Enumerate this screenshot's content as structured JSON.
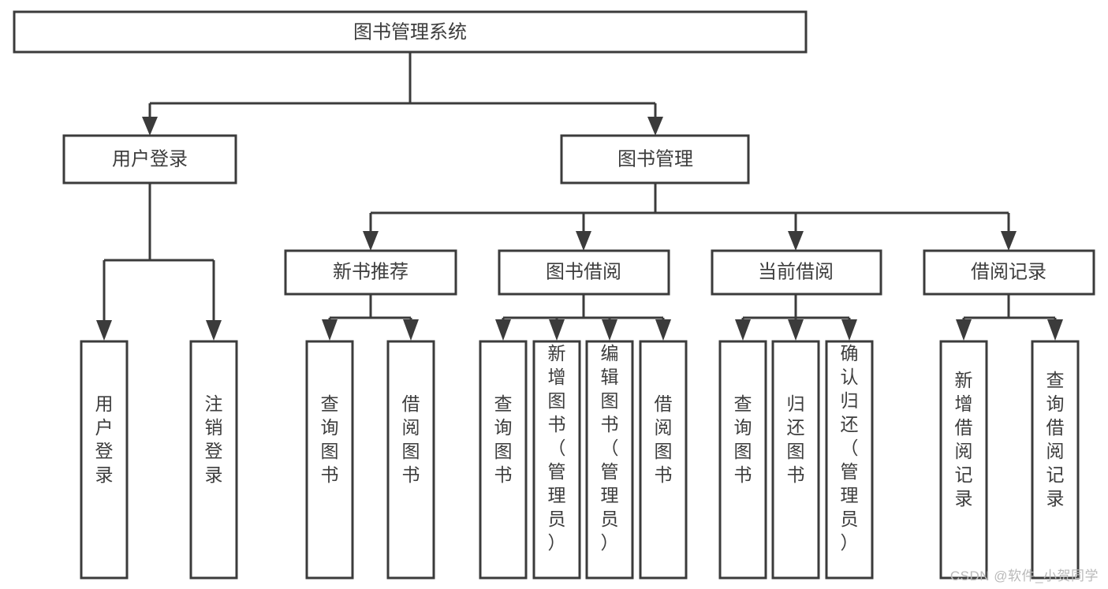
{
  "diagram": {
    "type": "hierarchy-tree",
    "root_label": "图书管理系统",
    "watermark": "CSDN @软件_小贺同学",
    "colors": {
      "background": "#ffffff",
      "stroke": "#3b3b3b",
      "node_fill": "#ffffff",
      "text": "#3d3d3d",
      "watermark": "#b9b9b9"
    },
    "nodes": {
      "root": {
        "label": "图书管理系统",
        "level": 0,
        "orientation": "horizontal"
      },
      "l1_user_login": {
        "label": "用户登录",
        "level": 1,
        "orientation": "horizontal"
      },
      "l1_book_mgmt": {
        "label": "图书管理",
        "level": 1,
        "orientation": "horizontal"
      },
      "l2_new_book_rec": {
        "label": "新书推荐",
        "level": 2,
        "orientation": "horizontal"
      },
      "l2_book_borrow": {
        "label": "图书借阅",
        "level": 2,
        "orientation": "horizontal"
      },
      "l2_current_borrow": {
        "label": "当前借阅",
        "level": 2,
        "orientation": "horizontal"
      },
      "l2_borrow_record": {
        "label": "借阅记录",
        "level": 2,
        "orientation": "horizontal"
      },
      "leaf_user_login": {
        "label": "用户登录",
        "level": 3,
        "orientation": "vertical"
      },
      "leaf_logout_login": {
        "label": "注销登录",
        "level": 3,
        "orientation": "vertical"
      },
      "leaf_query_book_a": {
        "label": "查询图书",
        "level": 3,
        "orientation": "vertical"
      },
      "leaf_borrow_book_a": {
        "label": "借阅图书",
        "level": 3,
        "orientation": "vertical"
      },
      "leaf_query_book_b": {
        "label": "查询图书",
        "level": 3,
        "orientation": "vertical"
      },
      "leaf_add_book": {
        "label": "新增图书（管理员）",
        "level": 3,
        "orientation": "vertical"
      },
      "leaf_edit_book": {
        "label": "编辑图书（管理员）",
        "level": 3,
        "orientation": "vertical"
      },
      "leaf_borrow_book_b": {
        "label": "借阅图书",
        "level": 3,
        "orientation": "vertical"
      },
      "leaf_query_book_c": {
        "label": "查询图书",
        "level": 3,
        "orientation": "vertical"
      },
      "leaf_return_book": {
        "label": "归还图书",
        "level": 3,
        "orientation": "vertical"
      },
      "leaf_confirm_return": {
        "label": "确认归还（管理员）",
        "level": 3,
        "orientation": "vertical"
      },
      "leaf_add_record": {
        "label": "新增借阅记录",
        "level": 3,
        "orientation": "vertical"
      },
      "leaf_query_record": {
        "label": "查询借阅记录",
        "level": 3,
        "orientation": "vertical"
      }
    },
    "edges": [
      {
        "from": "root",
        "to": "l1_user_login"
      },
      {
        "from": "root",
        "to": "l1_book_mgmt"
      },
      {
        "from": "l1_user_login",
        "to": "leaf_user_login"
      },
      {
        "from": "l1_user_login",
        "to": "leaf_logout_login"
      },
      {
        "from": "l1_book_mgmt",
        "to": "l2_new_book_rec"
      },
      {
        "from": "l1_book_mgmt",
        "to": "l2_book_borrow"
      },
      {
        "from": "l1_book_mgmt",
        "to": "l2_current_borrow"
      },
      {
        "from": "l1_book_mgmt",
        "to": "l2_borrow_record"
      },
      {
        "from": "l2_new_book_rec",
        "to": "leaf_query_book_a"
      },
      {
        "from": "l2_new_book_rec",
        "to": "leaf_borrow_book_a"
      },
      {
        "from": "l2_book_borrow",
        "to": "leaf_query_book_b"
      },
      {
        "from": "l2_book_borrow",
        "to": "leaf_add_book"
      },
      {
        "from": "l2_book_borrow",
        "to": "leaf_edit_book"
      },
      {
        "from": "l2_book_borrow",
        "to": "leaf_borrow_book_b"
      },
      {
        "from": "l2_current_borrow",
        "to": "leaf_query_book_c"
      },
      {
        "from": "l2_current_borrow",
        "to": "leaf_return_book"
      },
      {
        "from": "l2_current_borrow",
        "to": "leaf_confirm_return"
      },
      {
        "from": "l2_borrow_record",
        "to": "leaf_add_record"
      },
      {
        "from": "l2_borrow_record",
        "to": "leaf_query_record"
      }
    ]
  }
}
